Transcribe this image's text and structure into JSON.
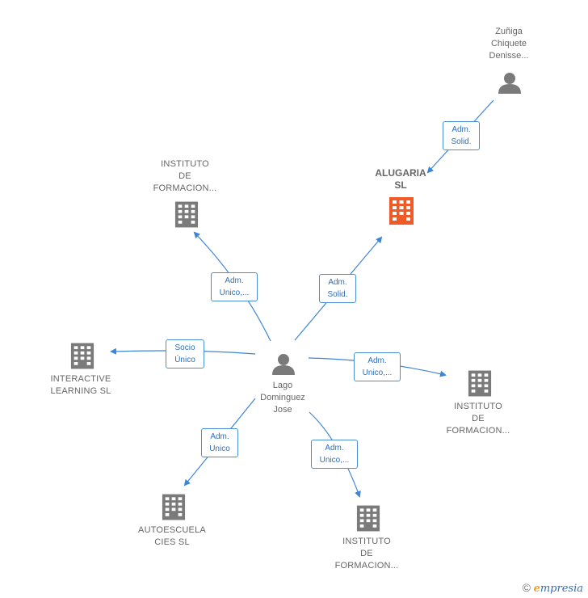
{
  "nodes": {
    "center_person": {
      "label": "Lago\nDominguez\nJose",
      "icon": "person-icon"
    },
    "top_person": {
      "label": "Zuñiga\nChiquete\nDenisse...",
      "icon": "person-icon"
    },
    "alugaria": {
      "label": "ALUGARIA\nSL",
      "icon": "building-icon",
      "color": "#f05a28"
    },
    "instituto_top": {
      "label": "INSTITUTO\nDE\nFORMACION...",
      "icon": "building-icon"
    },
    "interactive": {
      "label": "INTERACTIVE\nLEARNING SL",
      "icon": "building-icon"
    },
    "instituto_right": {
      "label": "INSTITUTO\nDE\nFORMACION...",
      "icon": "building-icon"
    },
    "autoescuela": {
      "label": "AUTOESCUELA\nCIES SL",
      "icon": "building-icon"
    },
    "instituto_bottom": {
      "label": "INSTITUTO\nDE\nFORMACION...",
      "icon": "building-icon"
    }
  },
  "edges": {
    "top_to_alugaria": "Adm.\nSolid.",
    "center_to_alugaria": "Adm.\nSolid.",
    "center_to_instituto_top": "Adm.\nUnico,...",
    "center_to_interactive": "Socio\nÚnico",
    "center_to_instituto_right": "Adm.\nUnico,...",
    "center_to_autoescuela": "Adm.\nUnico",
    "center_to_instituto_bottom": "Adm.\nUnico,..."
  },
  "colors": {
    "edge": "#3d85d6",
    "icon_gray": "#7a7a7a",
    "focus": "#f05a28"
  },
  "brand": {
    "copyright": "©",
    "e": "e",
    "rest": "mpresia"
  }
}
